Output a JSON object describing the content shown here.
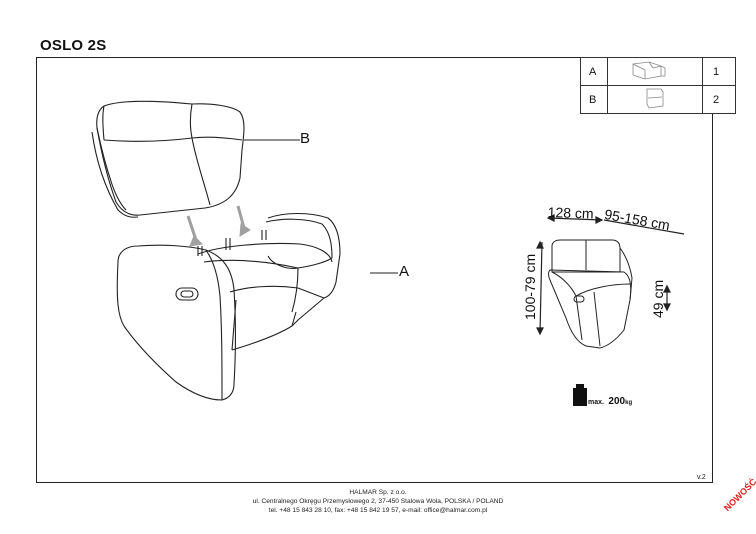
{
  "product_title": "OSLO 2S",
  "parts": [
    {
      "label": "A",
      "icon": "sofa-seat-icon",
      "qty": "1"
    },
    {
      "label": "B",
      "icon": "sofa-backrest-icon",
      "qty": "2"
    }
  ],
  "callouts": {
    "a": "A",
    "b": "B"
  },
  "dimensions": {
    "width": "128 cm",
    "depth": "95-158 cm",
    "height": "100-79 cm",
    "seat_height": "49 cm"
  },
  "load": {
    "prefix": "max.",
    "value": "200",
    "unit": "kg"
  },
  "version": "v.2",
  "footer": {
    "line1": "HALMAR Sp. z o.o.",
    "line2": "ul. Centralnego Okręgu Przemysłowego 2, 37-450 Stalowa Wola, POLSKA / POLAND",
    "line3": "tel. +48 15 843 28 10, fax: +48 15 842 19 57, e-mail: office@halmar.com.pl"
  },
  "badge": "NOWOŚĆ",
  "colors": {
    "badge": "#e02020",
    "line": "#222222",
    "arrow": "#a0a0a0"
  }
}
